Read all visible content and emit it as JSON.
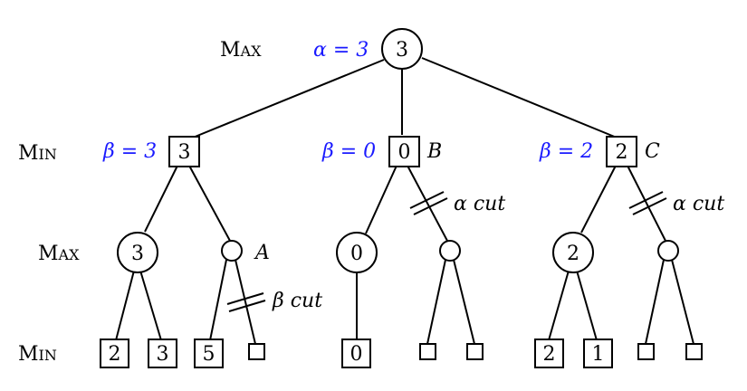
{
  "levels": [
    {
      "first": "M",
      "rest": "AX"
    },
    {
      "first": "M",
      "rest": "IN"
    },
    {
      "first": "M",
      "rest": "AX"
    },
    {
      "first": "M",
      "rest": "IN"
    }
  ],
  "nodes": {
    "root": {
      "value": "3",
      "annotation": "α = 3"
    },
    "left_min": {
      "value": "3",
      "annotation": "β = 3"
    },
    "middle_min": {
      "value": "0",
      "annotation": "β = 0",
      "label": "B"
    },
    "right_min": {
      "value": "2",
      "annotation": "β = 2",
      "label": "C"
    },
    "max_ll": {
      "value": "3"
    },
    "max_lr": {
      "value": "",
      "label": "A"
    },
    "max_ml": {
      "value": "0"
    },
    "max_mr": {
      "value": ""
    },
    "max_rl": {
      "value": "2"
    },
    "max_rr": {
      "value": ""
    },
    "leaf_1": {
      "value": "2"
    },
    "leaf_2": {
      "value": "3"
    },
    "leaf_3": {
      "value": "5"
    },
    "leaf_4": {
      "value": ""
    },
    "leaf_5": {
      "value": "0"
    },
    "leaf_6": {
      "value": ""
    },
    "leaf_7": {
      "value": ""
    },
    "leaf_8": {
      "value": "2"
    },
    "leaf_9": {
      "value": "1"
    },
    "leaf_10": {
      "value": ""
    },
    "leaf_11": {
      "value": ""
    }
  },
  "cuts": {
    "beta_cut": "β cut",
    "alpha_cut_middle": "α cut",
    "alpha_cut_right": "α cut"
  },
  "colors": {
    "annotation": "#1a1aff",
    "ink": "#000000"
  }
}
